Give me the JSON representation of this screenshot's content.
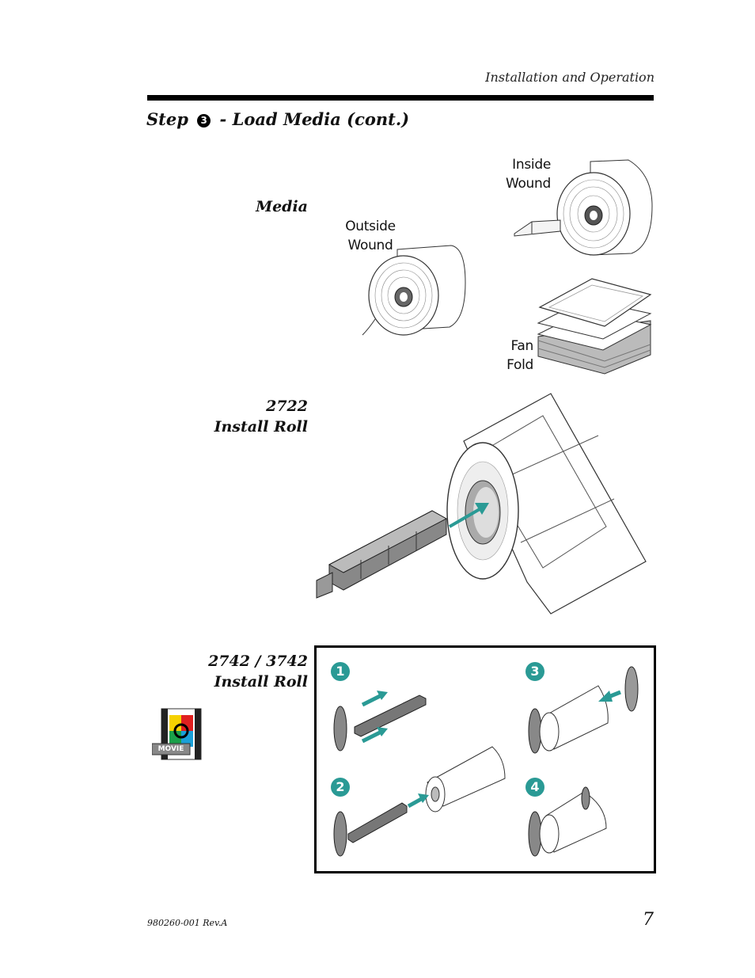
{
  "header": {
    "section": "Installation and Operation"
  },
  "page_title": {
    "prefix": "Step",
    "step_number": "3",
    "suffix": "- Load Media (cont.)"
  },
  "media_section": {
    "label": "Media",
    "outside_wound": [
      "Outside",
      "Wound"
    ],
    "inside_wound": [
      "Inside",
      "Wound"
    ],
    "fan_fold": [
      "Fan",
      "Fold"
    ]
  },
  "install_2722": {
    "model": "2722",
    "caption": "Install Roll"
  },
  "install_2742": {
    "model": "2742 / 3742",
    "caption": "Install Roll",
    "steps": [
      "1",
      "2",
      "3",
      "4"
    ],
    "movie_label": "MOVIE"
  },
  "footer": {
    "doc_number": "980260-001 Rev.A",
    "page_number": "7"
  },
  "colors": {
    "accent": "#2a9a95",
    "rule": "#000000"
  }
}
